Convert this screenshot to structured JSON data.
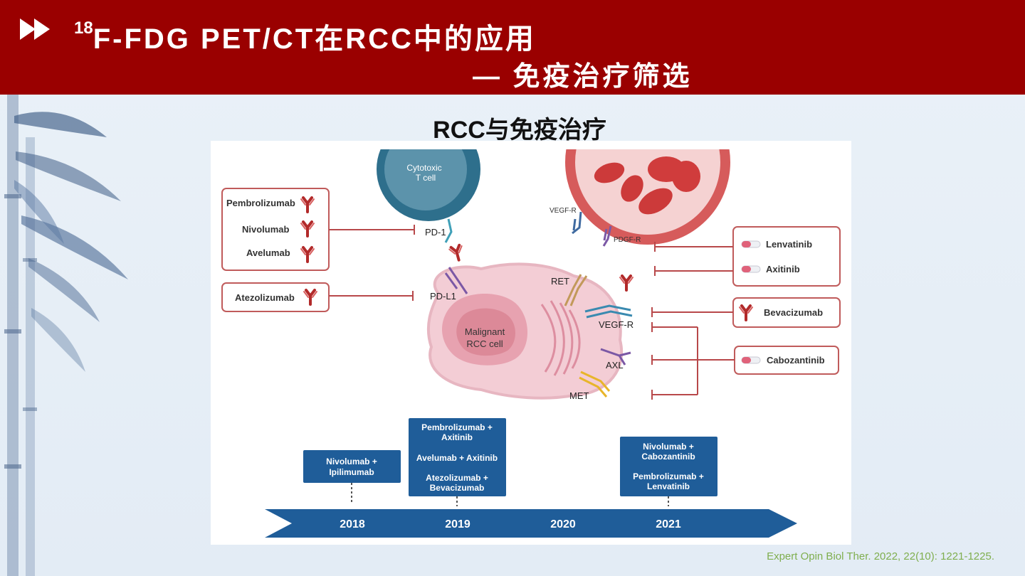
{
  "header": {
    "title_sup": "18",
    "title_main": "F-FDG PET/CT在RCC中的应用",
    "title_sub": "— 免疫治疗筛选"
  },
  "subtitle": "RCC与免疫治疗",
  "diagram": {
    "cells": {
      "t_cell_line1": "Cytotoxic",
      "t_cell_line2": "T cell",
      "rcc_line1": "Malignant",
      "rcc_line2": "RCC cell"
    },
    "receptors": {
      "pd1": "PD-1",
      "pdl1": "PD-L1",
      "vegfr_small": "VEGF-R",
      "pdgfr": "PDGF-R",
      "ret": "RET",
      "vegfr": "VEGF-R",
      "axl": "AXL",
      "met": "MET"
    },
    "drugs_left": [
      "Pembrolizumab",
      "Nivolumab",
      "Avelumab"
    ],
    "drug_atezo": "Atezolizumab",
    "drugs_tki": [
      "Lenvatinib",
      "Axitinib"
    ],
    "drug_beva": "Bevacizumab",
    "drug_cabo": "Cabozantinib"
  },
  "timeline": {
    "years": [
      "2018",
      "2019",
      "2020",
      "2021"
    ],
    "box_2018": [
      "Nivolumab +",
      "Ipilimumab"
    ],
    "box_2019": [
      "Pembrolizumab +",
      "Axitinib",
      "Avelumab + Axitinib",
      "Atezolizumab +",
      "Bevacizumab"
    ],
    "box_2021": [
      "Nivolumab +",
      "Cabozantinib",
      "Pembrolizumab +",
      "Lenvatinib"
    ]
  },
  "citation": "Expert Opin Biol Ther. 2022, 22(10): 1221-1225.",
  "colors": {
    "header_bg": "#9a0000",
    "box_blue": "#1f5d99",
    "inhibit_line": "#b8484a",
    "citation": "#7fae4e"
  }
}
